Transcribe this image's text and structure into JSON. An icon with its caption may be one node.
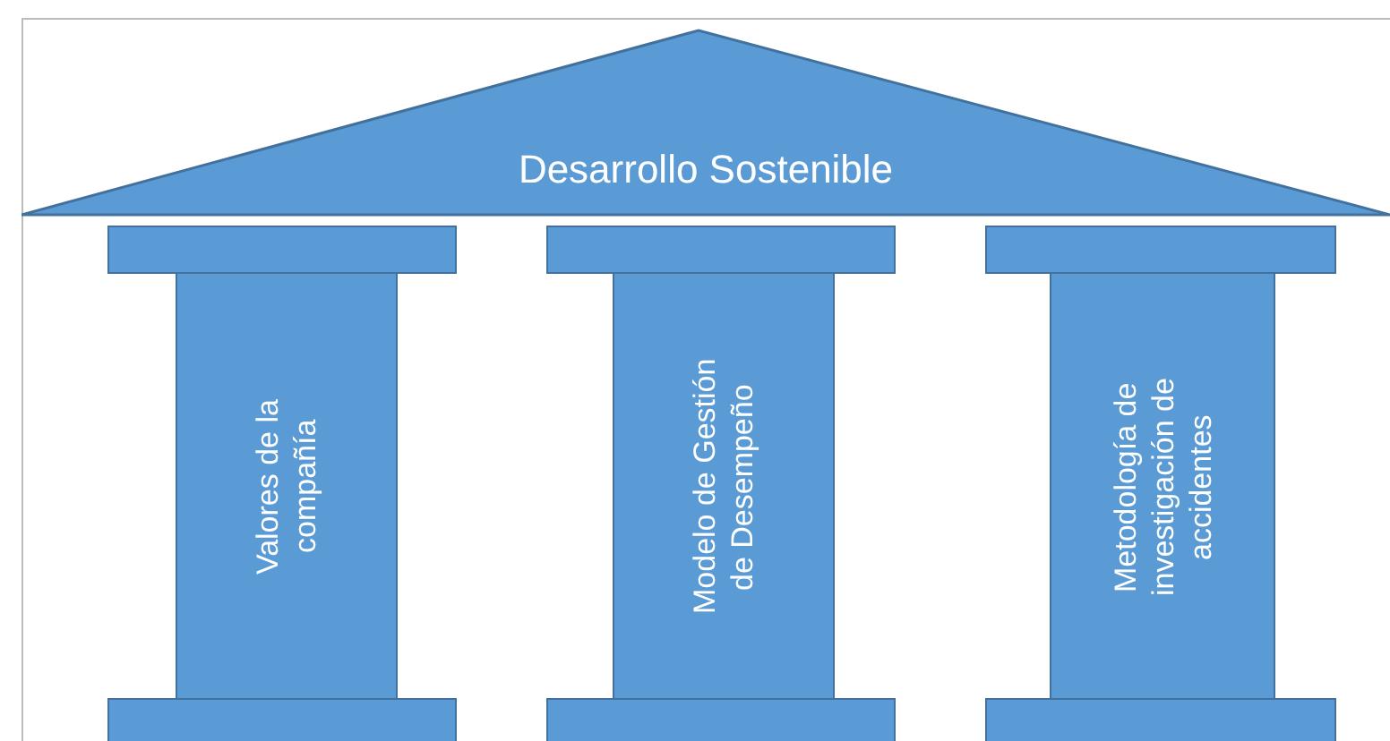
{
  "diagram": {
    "nodes": [
      {
        "text": [
          "Desarrollo Sostenible"
        ]
      },
      {
        "text": [],
        "shape": "bar"
      },
      {
        "text": [],
        "shape": "bar"
      },
      {
        "text": [],
        "shape": "bar"
      },
      {
        "text": [
          "Valores de la compañía"
        ]
      },
      {
        "text": [
          "Modelo de Gestión de Desempeño"
        ]
      },
      {
        "text": [
          "Metodología de investigación de accidentes"
        ]
      },
      {
        "text": [],
        "shape": "bar"
      },
      {
        "text": [],
        "shape": "bar"
      },
      {
        "text": [],
        "shape": "bar"
      }
    ]
  }
}
